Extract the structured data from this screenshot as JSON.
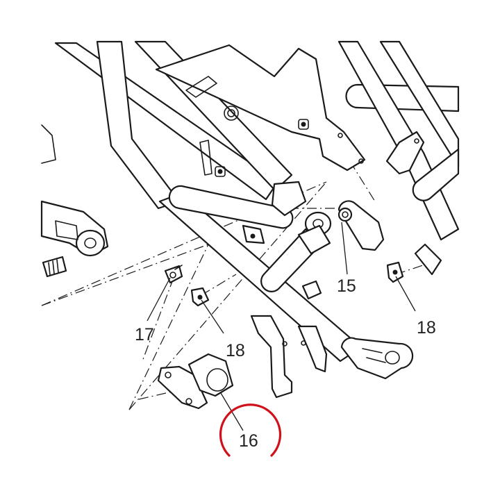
{
  "diagram": {
    "callouts": [
      {
        "id": "callout-15",
        "label": "15"
      },
      {
        "id": "callout-16",
        "label": "16"
      },
      {
        "id": "callout-17",
        "label": "17"
      },
      {
        "id": "callout-18a",
        "label": "18"
      },
      {
        "id": "callout-18b",
        "label": "18"
      }
    ],
    "highlighted_callout": "16",
    "colors": {
      "line": "#1a1a1a",
      "highlight": "#d0101a",
      "background": "#ffffff"
    }
  }
}
